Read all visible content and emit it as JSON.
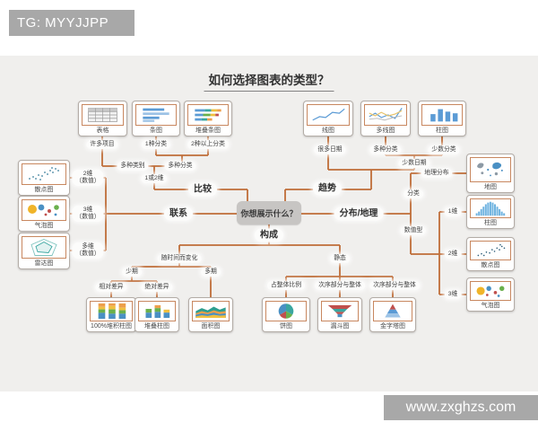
{
  "watermark_top": "TG: MYYJJPP",
  "watermark_bottom": "www.zxghzs.com",
  "title": "如何选择图表的类型？",
  "center": {
    "question": "你想展示什么？"
  },
  "branches": {
    "compare": "比较",
    "trend": "趋势",
    "relation": "联系",
    "distribution_geo": "分布/地理",
    "composition": "构成"
  },
  "charts": {
    "table": "表格",
    "bar": "条图",
    "stacked_bar": "堆叠条图",
    "line": "线图",
    "multi_line": "多线图",
    "column": "柱图",
    "map": "地图",
    "histogram": "柱图",
    "scatter_right": "散点图",
    "bubble_right": "气泡图",
    "scatter_left": "散点图",
    "bubble_left": "气泡图",
    "radar": "雷达图",
    "pct_stacked_column": "100%堆积柱图",
    "stacked_column": "堆叠柱图",
    "area": "面积图",
    "pie": "饼图",
    "funnel": "漏斗图",
    "pyramid": "金字塔图"
  },
  "conditions": {
    "many_items": "许多项目",
    "one_category": "1种分类",
    "two_plus_categories": "2种以上分类",
    "many_categories": "多种类别",
    "multi_categories": "多种分类",
    "one_or_two_dims": "1或2维",
    "many_dates": "很多日期",
    "multi_categories_trend": "多种分类",
    "few_categories": "少数分类",
    "few_dates": "少数日期",
    "geo_distribution": "地理分布",
    "categorical": "分类",
    "numeric_type": "数值型",
    "dim_1": "1维",
    "dim_2": "2维",
    "dim_3": "3维",
    "dims_2_numeric": "2维\n（数值）",
    "dims_3_numeric": "3维\n（数值）",
    "dims_multi_numeric": "多维\n（数值）",
    "change_over_time": "随时间而变化",
    "static_state": "静态",
    "few_periods": "少期",
    "many_periods": "多期",
    "relative_difference": "相对差异",
    "absolute_difference": "绝对差异",
    "share_of_whole": "占整体比例",
    "sequential_part_to_whole_1": "次序部分与整体",
    "sequential_part_to_whole_2": "次序部分与整体"
  },
  "colors": {
    "connector_line": "#bf6d38",
    "canvas_bg": "#f0efed",
    "badge_bg": "#a8a8a8",
    "node_bg": "#c7c5c3",
    "blue": "#5b9bd5",
    "light_blue": "#9dc3e6",
    "teal": "#3aa6a0",
    "green": "#6ab04c",
    "orange": "#ed9f4b",
    "yellow": "#f0c040",
    "red": "#c0504d"
  }
}
